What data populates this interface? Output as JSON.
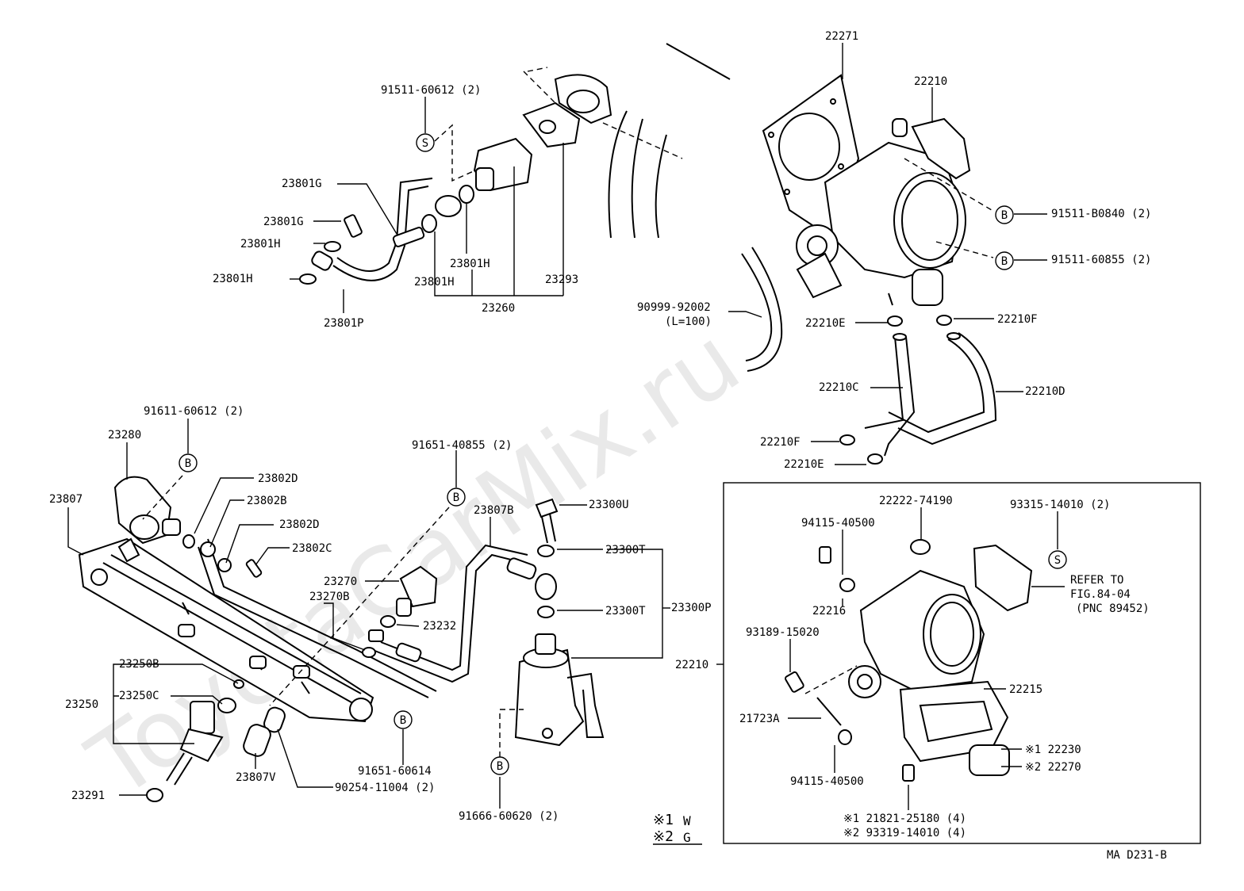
{
  "watermark": "ToyotaCarMix.ru",
  "diagram_code": "MA D231-B",
  "legend": [
    {
      "mark": "※1",
      "code": "W"
    },
    {
      "mark": "※2",
      "code": "G"
    }
  ],
  "circle_labels": {
    "s1": "S",
    "s2": "S",
    "b1": "B",
    "b2": "B",
    "b3": "B",
    "b4": "B",
    "b5": "B",
    "b6": "B"
  },
  "labels": {
    "p22271": "22271",
    "p22210_top": "22210",
    "p91511_b0840": "91511-B0840 (2)",
    "p91511_60855": "91511-60855 (2)",
    "p90999": "90999-92002",
    "p90999_len": "(L=100)",
    "p22210e_top": "22210E",
    "p22210f_top": "22210F",
    "p22210c": "22210C",
    "p22210d": "22210D",
    "p22210f_bot": "22210F",
    "p22210e_bot": "22210E",
    "p91511_60612": "91511-60612 (2)",
    "p23801g_a": "23801G",
    "p23801g_b": "23801G",
    "p23801h_a": "23801H",
    "p23801h_b": "23801H",
    "p23801h_c": "23801H",
    "p23801h_d": "23801H",
    "p23801p": "23801P",
    "p23293": "23293",
    "p23260": "23260",
    "p91611_60612": "91611-60612 (2)",
    "p23280": "23280",
    "p23807": "23807",
    "p23802d_a": "23802D",
    "p23802b": "23802B",
    "p23802d_b": "23802D",
    "p23802c": "23802C",
    "p91651_40855": "91651-40855 (2)",
    "p23807b": "23807B",
    "p23300u": "23300U",
    "p23300t_a": "23300T",
    "p23300t_b": "23300T",
    "p23300p": "23300P",
    "p23270": "23270",
    "p23270b": "23270B",
    "p23232": "23232",
    "p23250b": "23250B",
    "p23250c": "23250C",
    "p23250": "23250",
    "p23291": "23291",
    "p23807v": "23807V",
    "p90254": "90254-11004 (2)",
    "p91651_60614": "91651-60614",
    "p91666": "91666-60620 (2)",
    "p22222": "22222-74190",
    "p93315": "93315-14010 (2)",
    "p94115_a": "94115-40500",
    "p22216": "22216",
    "p93189": "93189-15020",
    "p22210_box": "22210",
    "p22215": "22215",
    "p21723a": "21723A",
    "p94115_b": "94115-40500",
    "p22230": "※1 22230",
    "p22270": "※2 22270",
    "p21821": "※1 21821-25180 (4)",
    "p93319": "※2 93319-14010 (4)",
    "refer_1": "REFER TO",
    "refer_2": "FIG.84-04",
    "refer_3": "(PNC 89452)"
  }
}
